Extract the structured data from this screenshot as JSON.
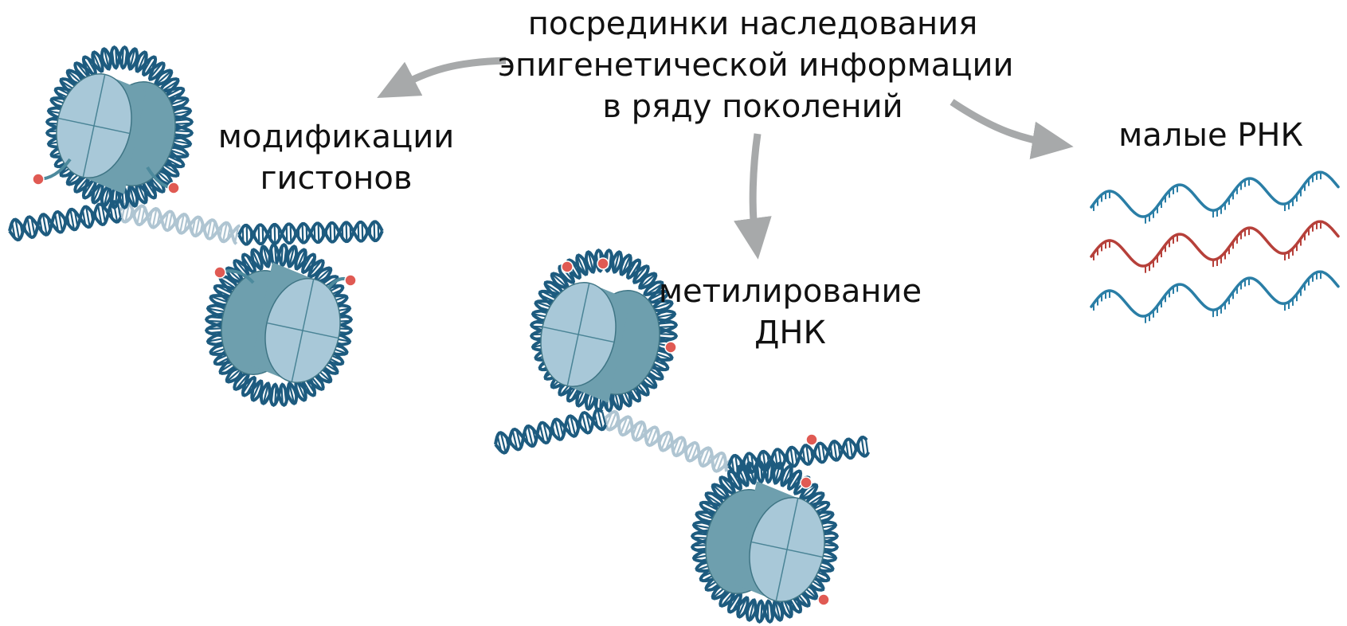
{
  "title": {
    "line1": "посрединки наследования",
    "line2": "эпигенетической информации",
    "line3": "в ряду поколений"
  },
  "histone_mod": {
    "line1": "модификации",
    "line2": "гистонов"
  },
  "dna_methylation": {
    "line1": "метилирование",
    "line2": "ДНК"
  },
  "small_rna": {
    "label": "малые РНК"
  },
  "colors": {
    "dna": "#1d5b7f",
    "histone_side": "#6e9fae",
    "histone_face": "#a8c8d8",
    "mark": "#e05a53",
    "arrow": "#a7a9aa",
    "rna_blue": "#2a7ea6",
    "rna_red": "#b6403a"
  }
}
